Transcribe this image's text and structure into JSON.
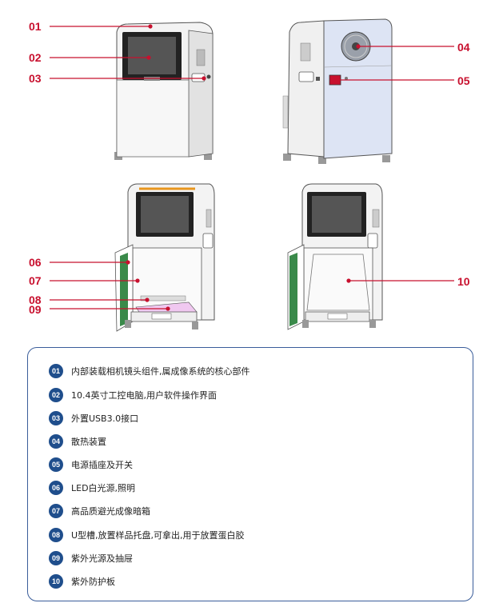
{
  "callouts": {
    "c01": "01",
    "c02": "02",
    "c03": "03",
    "c04": "04",
    "c05": "05",
    "c06": "06",
    "c07": "07",
    "c08": "08",
    "c09": "09",
    "c10": "10"
  },
  "legend": [
    {
      "num": "01",
      "text": "内部装载相机镜头组件,属成像系统的核心部件"
    },
    {
      "num": "02",
      "text": "10.4英寸工控电脑,用户软件操作界面"
    },
    {
      "num": "03",
      "text": "外置USB3.0接口"
    },
    {
      "num": "04",
      "text": "散热装置"
    },
    {
      "num": "05",
      "text": "电源插座及开关"
    },
    {
      "num": "06",
      "text": "LED白光源,照明"
    },
    {
      "num": "07",
      "text": "高品质避光成像暗箱"
    },
    {
      "num": "08",
      "text": "U型槽,放置样品托盘,可拿出,用于放置蛋白胶"
    },
    {
      "num": "09",
      "text": "紫外光源及抽屉"
    },
    {
      "num": "10",
      "text": "紫外防护板"
    }
  ],
  "colors": {
    "callout_red": "#c8102e",
    "badge_blue": "#1f4e8c",
    "border_blue": "#3a5d9a",
    "back_panel": "#dde4f4",
    "accent_orange": "#e8961e",
    "pink_tray": "#f0c8f0"
  }
}
